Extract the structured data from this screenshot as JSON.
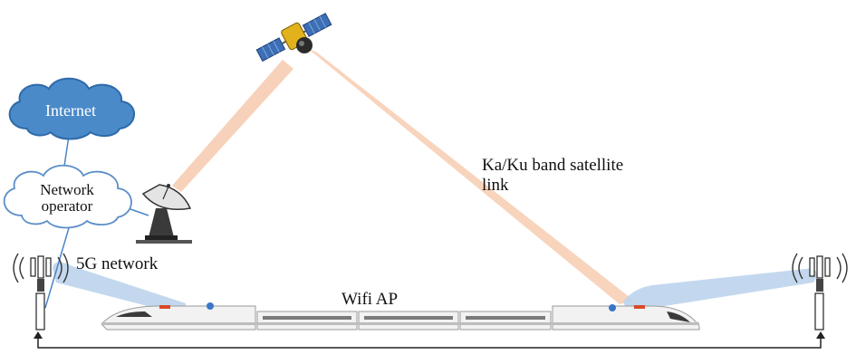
{
  "labels": {
    "internet": "Internet",
    "network_operator_line1": "Network",
    "network_operator_line2": "operator",
    "satellite_link_line1": "Ka/Ku band satellite",
    "satellite_link_line2": "link",
    "network_5g": "5G network",
    "wifi_ap": "Wifi AP"
  },
  "colors": {
    "cloud_internet_fill": "#4a8ac9",
    "cloud_internet_stroke": "#2e6aa8",
    "cloud_operator_stroke": "#5b8ec8",
    "satellite_beam": "#f6c9ad",
    "cellular_beam": "#bcd4ec",
    "link_line": "#4a86c8",
    "train_body": "#f2f2f2",
    "train_stripe": "#bdbdbd"
  },
  "icons": {
    "satellite": "satellite-icon",
    "ground_station": "satellite-dish-icon",
    "tower_left": "cell-tower-icon",
    "tower_right": "cell-tower-icon",
    "train": "train-icon"
  }
}
